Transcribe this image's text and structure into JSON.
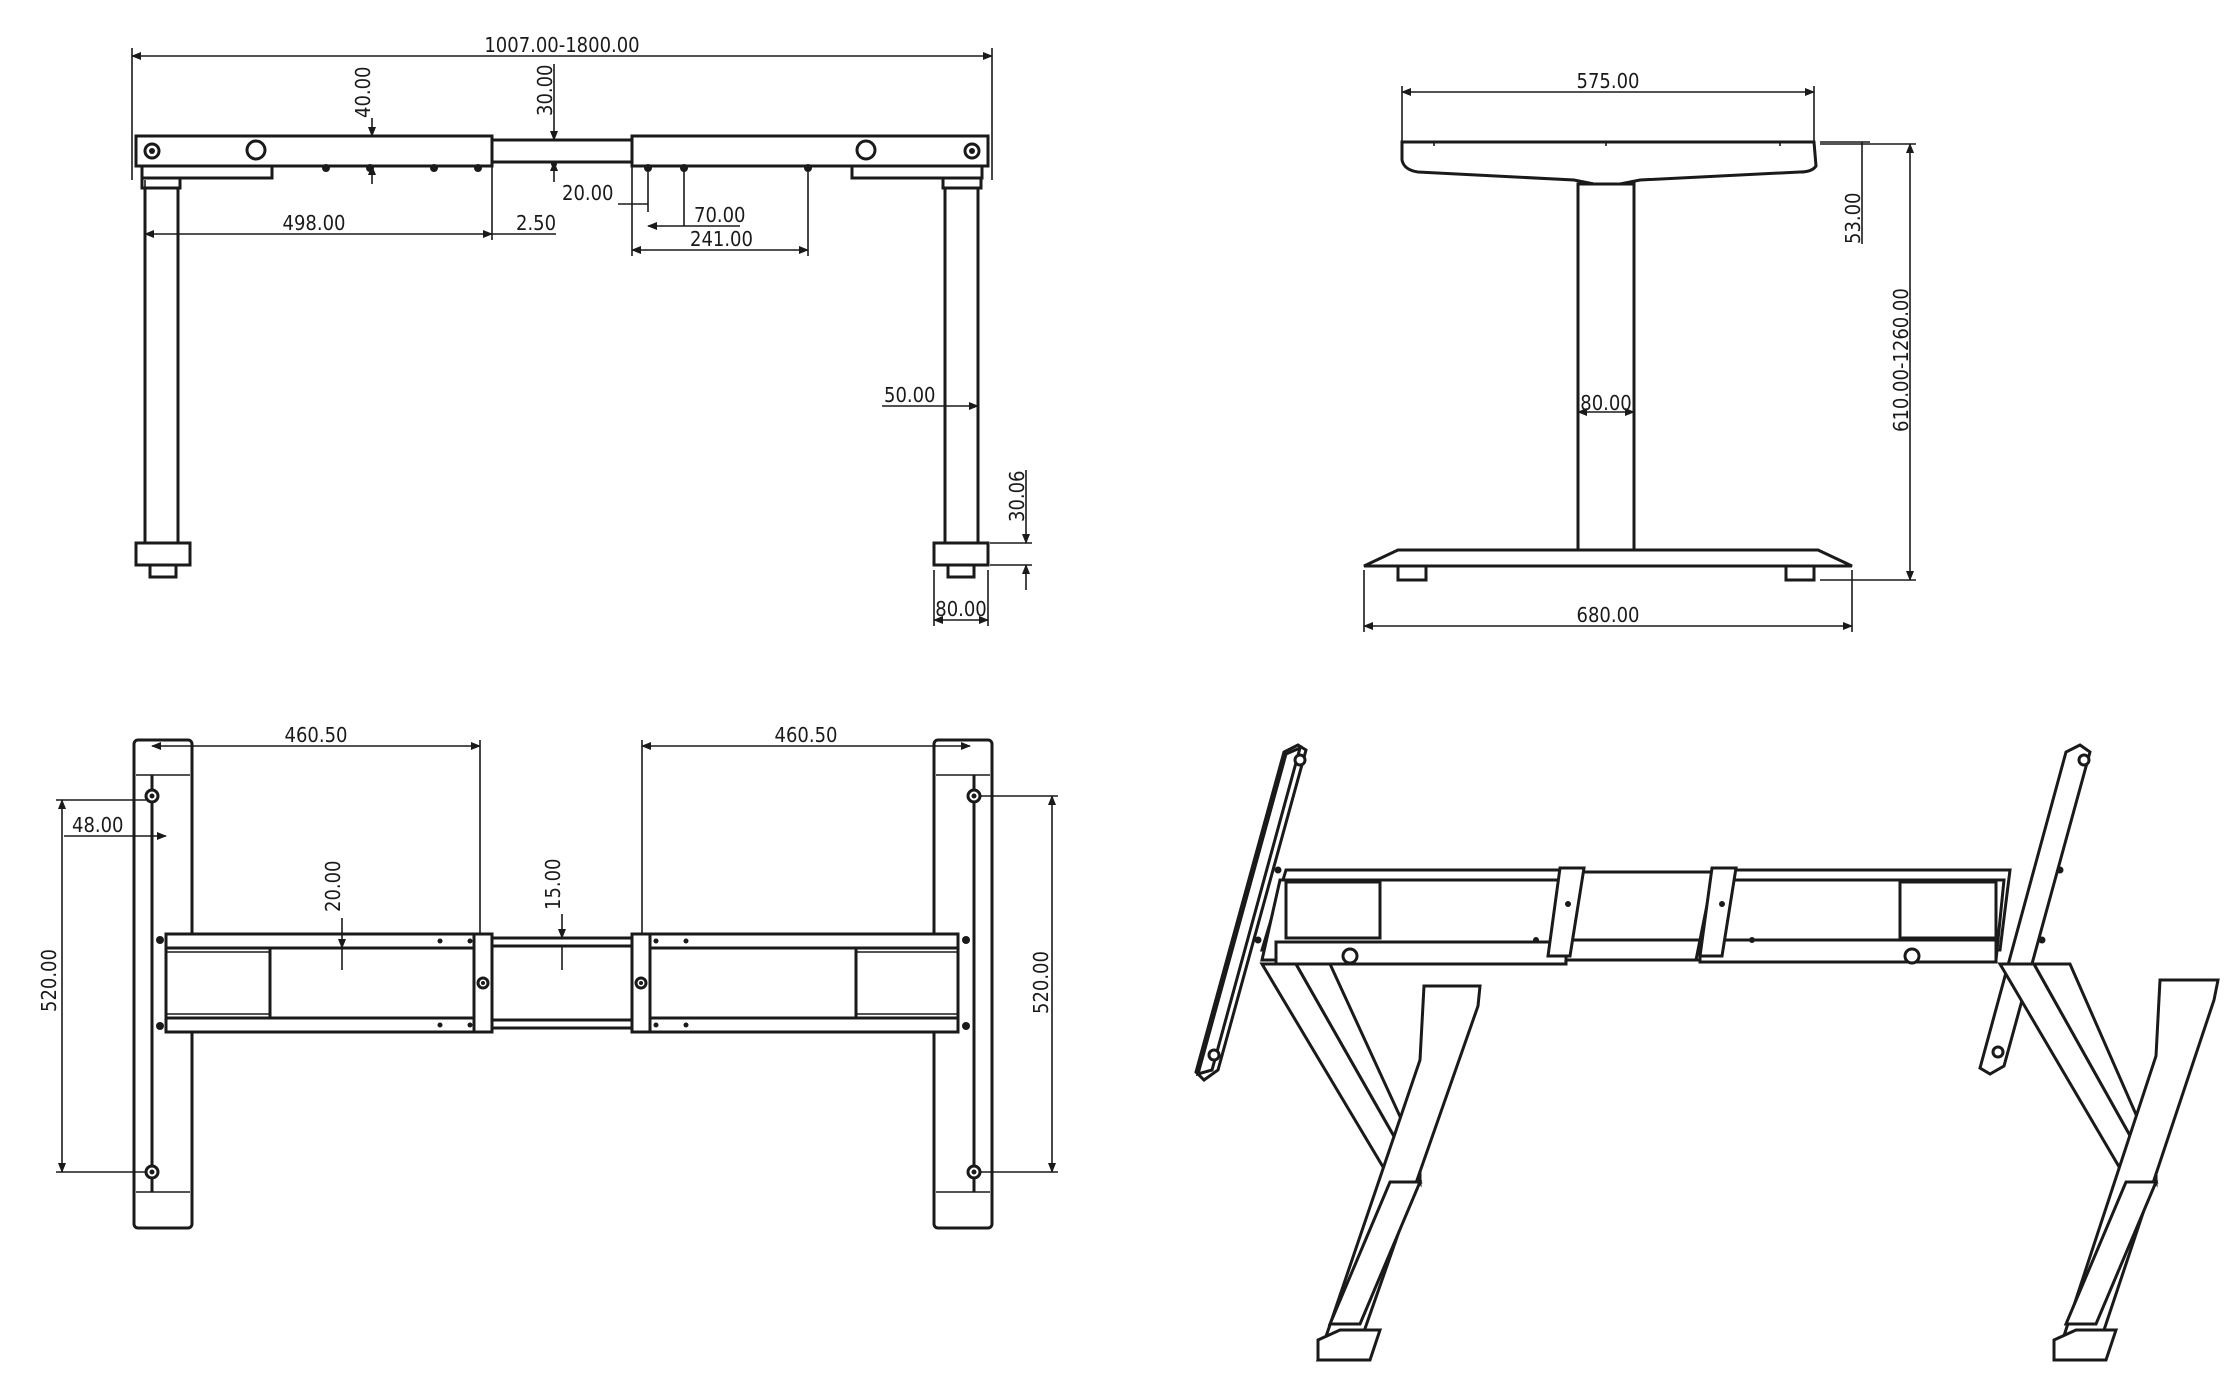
{
  "front_view": {
    "overall_width": "1007.00-1800.00",
    "beam_height": "40.00",
    "center_beam_height": "30.00",
    "left_beam_length": "498.00",
    "gap": "2.50",
    "hole_offset": "20.00",
    "hole_spacing": "70.00",
    "right_hole_span": "241.00",
    "leg_width": "50.00",
    "foot_height": "30.06",
    "foot_width": "80.00"
  },
  "side_view": {
    "top_width": "575.00",
    "top_thickness": "53.00",
    "height_range": "610.00-1260.00",
    "column_width": "80.00",
    "base_width": "680.00"
  },
  "top_view": {
    "left_span": "460.50",
    "right_span": "460.50",
    "edge_offset": "48.00",
    "left_depth": "520.00",
    "right_depth": "520.00",
    "rail_offset": "20.00",
    "center_rail_gap": "15.00"
  },
  "colors": {
    "line": "#1a1a1a",
    "background": "#ffffff"
  }
}
